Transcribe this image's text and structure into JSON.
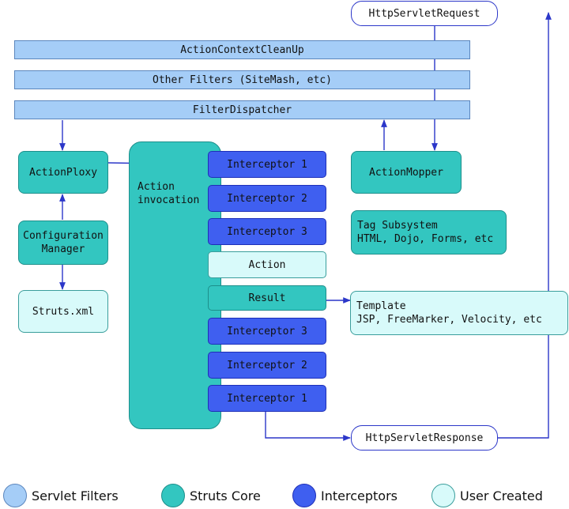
{
  "filters": {
    "cleanup": "ActionContextCleanUp",
    "other": "Other Filters (SiteMash, etc)",
    "dispatcher": "FilterDispatcher"
  },
  "request": "HttpServletRequest",
  "response": "HttpServletResponse",
  "core": {
    "action_ploxy": "ActionPloxy",
    "config_manager": "Configuration\nManager",
    "action_invocation": "Action\ninvocation",
    "action_mopper": "ActionMopper",
    "tag_subsystem": "Tag Subsystem\nHTML, Dojo, Forms, etc",
    "result": "Result"
  },
  "user": {
    "struts_xml": "Struts.xml",
    "action": "Action",
    "template": "Template\nJSP, FreeMarker, Velocity, etc"
  },
  "interceptors": {
    "forward": [
      "Interceptor 1",
      "Interceptor 2",
      "Interceptor 3"
    ],
    "backward": [
      "Interceptor 3",
      "Interceptor 2",
      "Interceptor 1"
    ]
  },
  "legend": [
    {
      "label": "Servlet Filters",
      "color": "#a5cdf7"
    },
    {
      "label": "Struts Core",
      "color": "#33c6c0"
    },
    {
      "label": "Interceptors",
      "color": "#3f5ff0"
    },
    {
      "label": "User Created",
      "color": "#d8fafa"
    }
  ],
  "colors": {
    "servlet_filter": "#a5cdf7",
    "struts_core": "#33c6c0",
    "interceptor": "#3f5ff0",
    "user_created": "#d8fafa",
    "arrow": "#2c37c9"
  }
}
